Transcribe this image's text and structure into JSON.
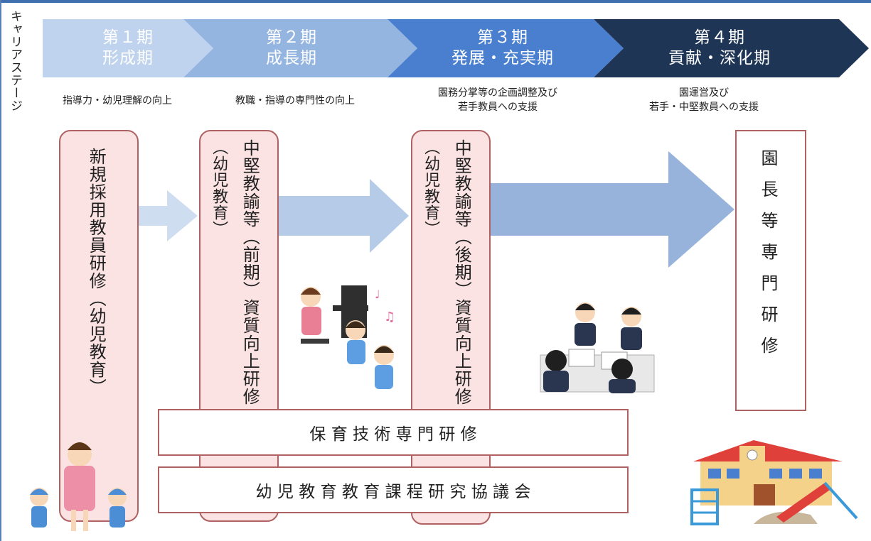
{
  "side_label": "キャリアステージ",
  "stages": [
    {
      "period": "第１期",
      "name": "形成期",
      "description": [
        "指導力・幼児理解の向上"
      ]
    },
    {
      "period": "第２期",
      "name": "成長期",
      "description": [
        "教職・指導の専門性の向上"
      ]
    },
    {
      "period": "第３期",
      "name": "発展・充実期",
      "description": [
        "園務分掌等の企画調整及び",
        "若手教員への支援"
      ]
    },
    {
      "period": "第４期",
      "name": "貢献・深化期",
      "description": [
        "園運営及び",
        "若手・中堅教員への支援"
      ]
    }
  ],
  "trainings": {
    "new_teacher": {
      "main": "新規採用教員研修",
      "sub": "（幼児教育）"
    },
    "mid_early": {
      "main": "中堅教諭等（前期）資質向上研修",
      "sub": "（幼児教育）"
    },
    "mid_late": {
      "main": "中堅教諭等（後期）資質向上研修",
      "sub": "（幼児教育）"
    },
    "principal": {
      "main": "園長等専門研修"
    }
  },
  "common_trainings": [
    "保 育 技 術 専 門 研 修",
    "幼 児 教 育 教 育 課 程 研 究 協 議 会"
  ],
  "colors": {
    "stage1": "#bfd3ee",
    "stage2": "#95b5e1",
    "stage3": "#4a7fd0",
    "stage4": "#1e3556",
    "box_border": "#b06262",
    "box_fill": "#fbe3e3",
    "arrow_light": "#cfddf1",
    "arrow_mid": "#b5cbe8",
    "arrow_dark": "#97b3dc"
  },
  "illustrations": [
    "teacher-with-children-illustration",
    "piano-children-illustration",
    "meeting-illustration",
    "kindergarten-building-illustration"
  ]
}
